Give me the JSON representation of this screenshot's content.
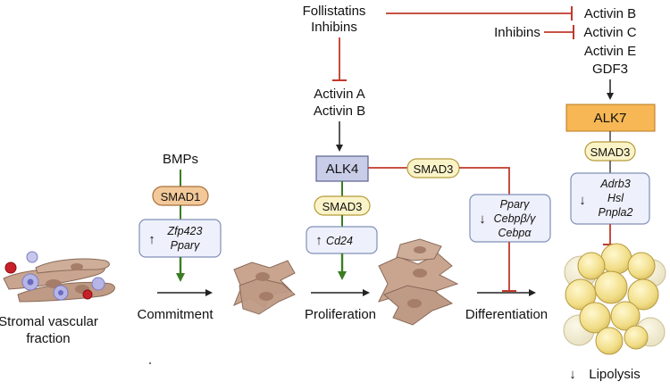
{
  "inhibitors_top": [
    "Follistatins",
    "Inhibins"
  ],
  "inhibitor_right": "Inhibins",
  "ligands_right": [
    "Activin B",
    "Activin C",
    "Activin E",
    "GDF3"
  ],
  "ligands_mid": [
    "Activin A",
    "Activin B"
  ],
  "bmps": "BMPs",
  "receptors": {
    "alk4": "ALK4",
    "alk7": "ALK7"
  },
  "smads": {
    "smad1": "SMAD1",
    "smad3_a": "SMAD3",
    "smad3_b": "SMAD3",
    "smad3_c": "SMAD3"
  },
  "genes": {
    "commit": [
      "Zfp423",
      "Pparγ"
    ],
    "prolif": [
      "Cd24"
    ],
    "diff": [
      "Pparγ",
      "Cebpβ/γ",
      "Cebpα"
    ],
    "lipo": [
      "Adrb3",
      "Hsl",
      "Pnpla2"
    ]
  },
  "stages": {
    "svf": [
      "Stromal vascular",
      "fraction"
    ],
    "commitment": "Commitment",
    "proliferation": "Proliferation",
    "differentiation": "Differentiation",
    "lipolysis": "Lipolysis"
  },
  "arrows": {
    "up": "↑",
    "down": "↓"
  },
  "colors": {
    "inhibit": "#c0392b",
    "activate": "#222222",
    "green": "#3a7d22",
    "alk4_fill": "#c9cde8",
    "alk7_fill": "#f6b754",
    "smad1_fill": "#f3c99a",
    "smad3_fill": "#fbf3c8",
    "gene_box_fill": "#eef1fb",
    "cell": "#c9a590",
    "fat": "#f3e7a4"
  }
}
